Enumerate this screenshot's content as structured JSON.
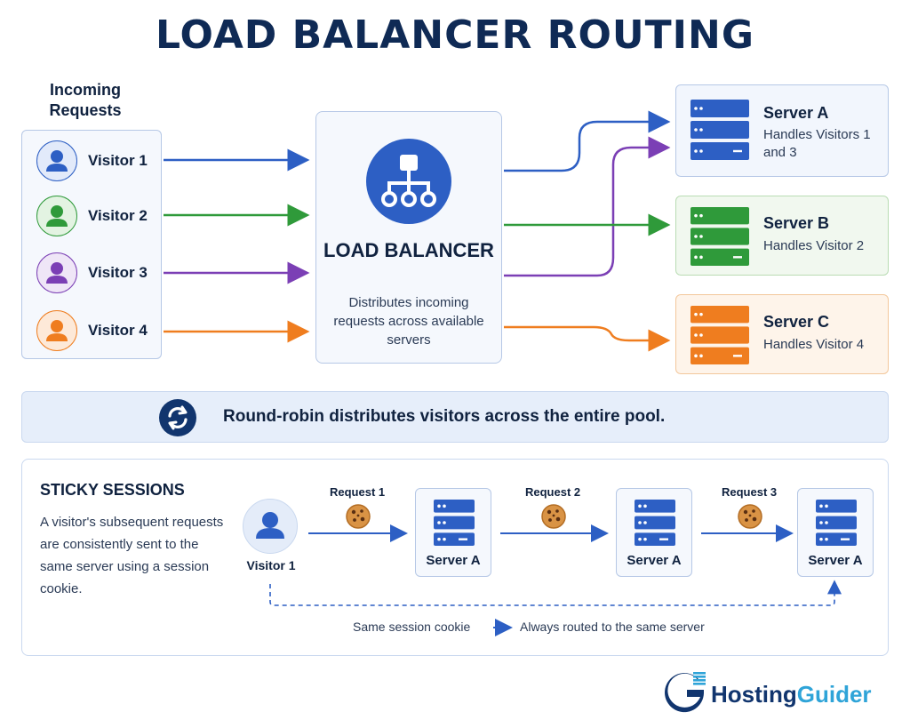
{
  "title": "LOAD BALANCER ROUTING",
  "incoming_label": "Incoming Requests",
  "visitors": [
    {
      "label": "Visitor 1",
      "color": "#2d5fc4",
      "bg": "#e2eafa"
    },
    {
      "label": "Visitor 2",
      "color": "#2f9a3a",
      "bg": "#e3f3e2"
    },
    {
      "label": "Visitor 3",
      "color": "#7b3fb5",
      "bg": "#efe6f7"
    },
    {
      "label": "Visitor 4",
      "color": "#ef7d1f",
      "bg": "#fde9d8"
    }
  ],
  "load_balancer": {
    "title": "LOAD BALANCER",
    "description": "Distributes incoming requests across available servers",
    "icon": "network-hierarchy-icon"
  },
  "servers": [
    {
      "name": "Server A",
      "description": "Handles Visitors 1 and 3",
      "color": "#2d5fc4",
      "bg": "#f2f6fd",
      "border": "#b6c8e6"
    },
    {
      "name": "Server B",
      "description": "Handles Visitor 2",
      "color": "#2f9a3a",
      "bg": "#f1f8ef",
      "border": "#b9dcb3"
    },
    {
      "name": "Server C",
      "description": "Handles Visitor 4",
      "color": "#ef7d1f",
      "bg": "#fef4ea",
      "border": "#f3c79b"
    }
  ],
  "round_robin": {
    "text": "Round-robin distributes visitors across the entire pool.",
    "icon": "refresh-icon"
  },
  "sticky": {
    "title": "STICKY SESSIONS",
    "description": "A visitor's subsequent requests are consistently sent to the same server using a session cookie.",
    "visitor_label": "Visitor 1",
    "requests": [
      "Request 1",
      "Request 2",
      "Request 3"
    ],
    "server_label": "Server A",
    "legend_left": "Same session cookie",
    "legend_right": "Always routed to the same server",
    "icon": "cookie-icon"
  },
  "brand": {
    "name": "HostingGuider",
    "colors": {
      "primary": "#11356e",
      "accent": "#2fa4d8"
    }
  }
}
